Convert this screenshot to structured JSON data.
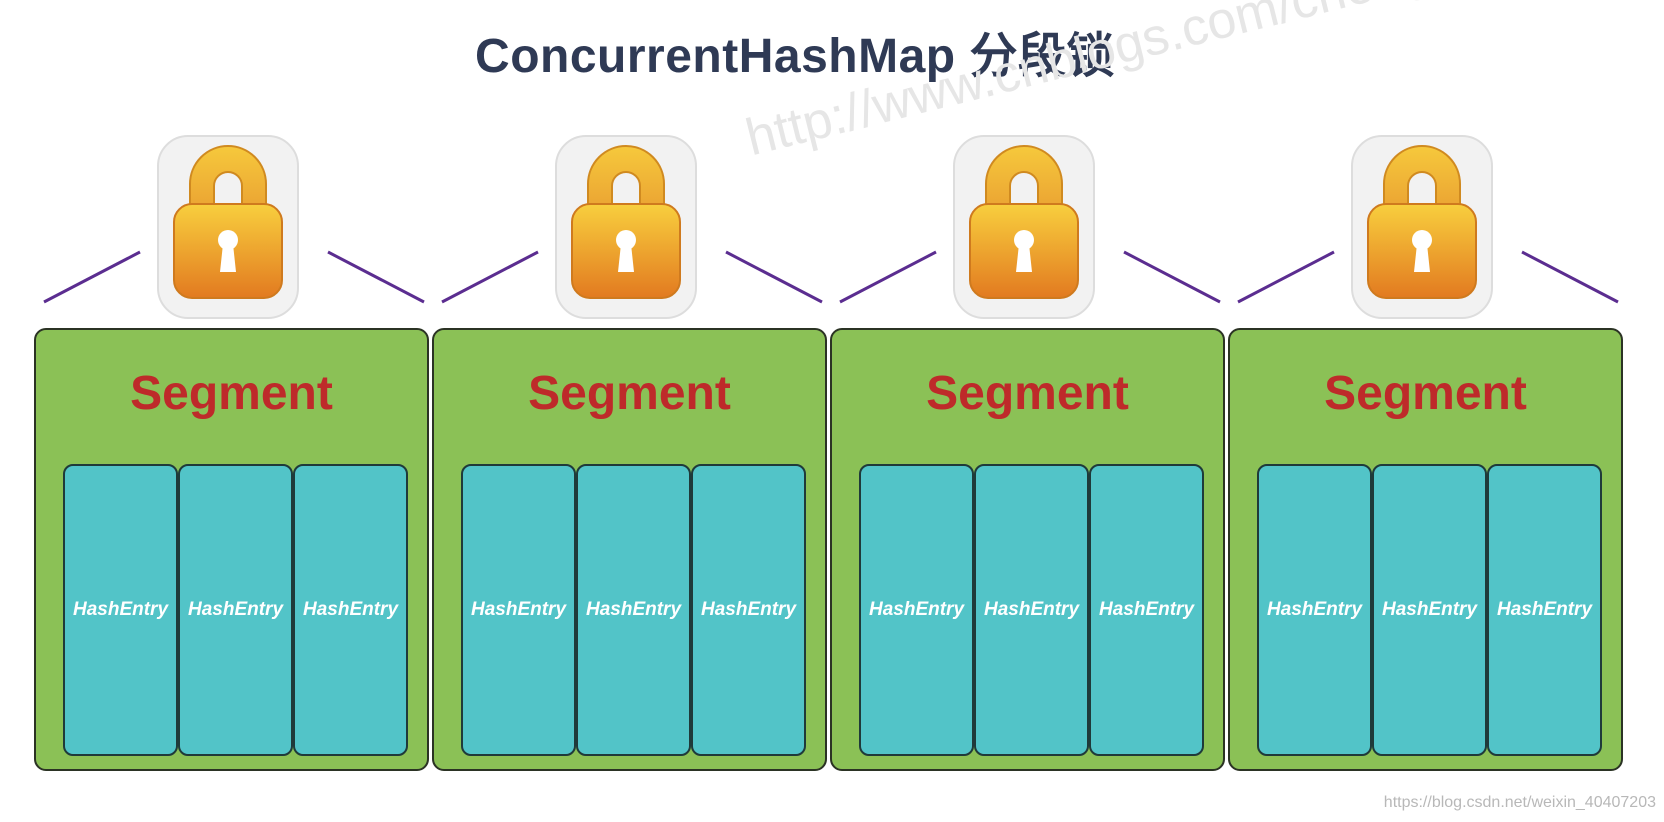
{
  "title": "ConcurrentHashMap 分段锁",
  "watermark": "http://www.cnblogs.com/chengxiao",
  "footer_url": "https://blog.csdn.net/weixin_40407203",
  "colors": {
    "title": "#2f3a55",
    "segment_fill": "#8bc156",
    "segment_label": "#be2a2a",
    "entry_fill": "#52c4c8",
    "connector": "#5b2d90",
    "lock_body": "#f0a030"
  },
  "segments": [
    {
      "label": "Segment",
      "lock_icon": "padlock-icon",
      "entries": [
        "HashEntry",
        "HashEntry",
        "HashEntry"
      ]
    },
    {
      "label": "Segment",
      "lock_icon": "padlock-icon",
      "entries": [
        "HashEntry",
        "HashEntry",
        "HashEntry"
      ]
    },
    {
      "label": "Segment",
      "lock_icon": "padlock-icon",
      "entries": [
        "HashEntry",
        "HashEntry",
        "HashEntry"
      ]
    },
    {
      "label": "Segment",
      "lock_icon": "padlock-icon",
      "entries": [
        "HashEntry",
        "HashEntry",
        "HashEntry"
      ]
    }
  ]
}
